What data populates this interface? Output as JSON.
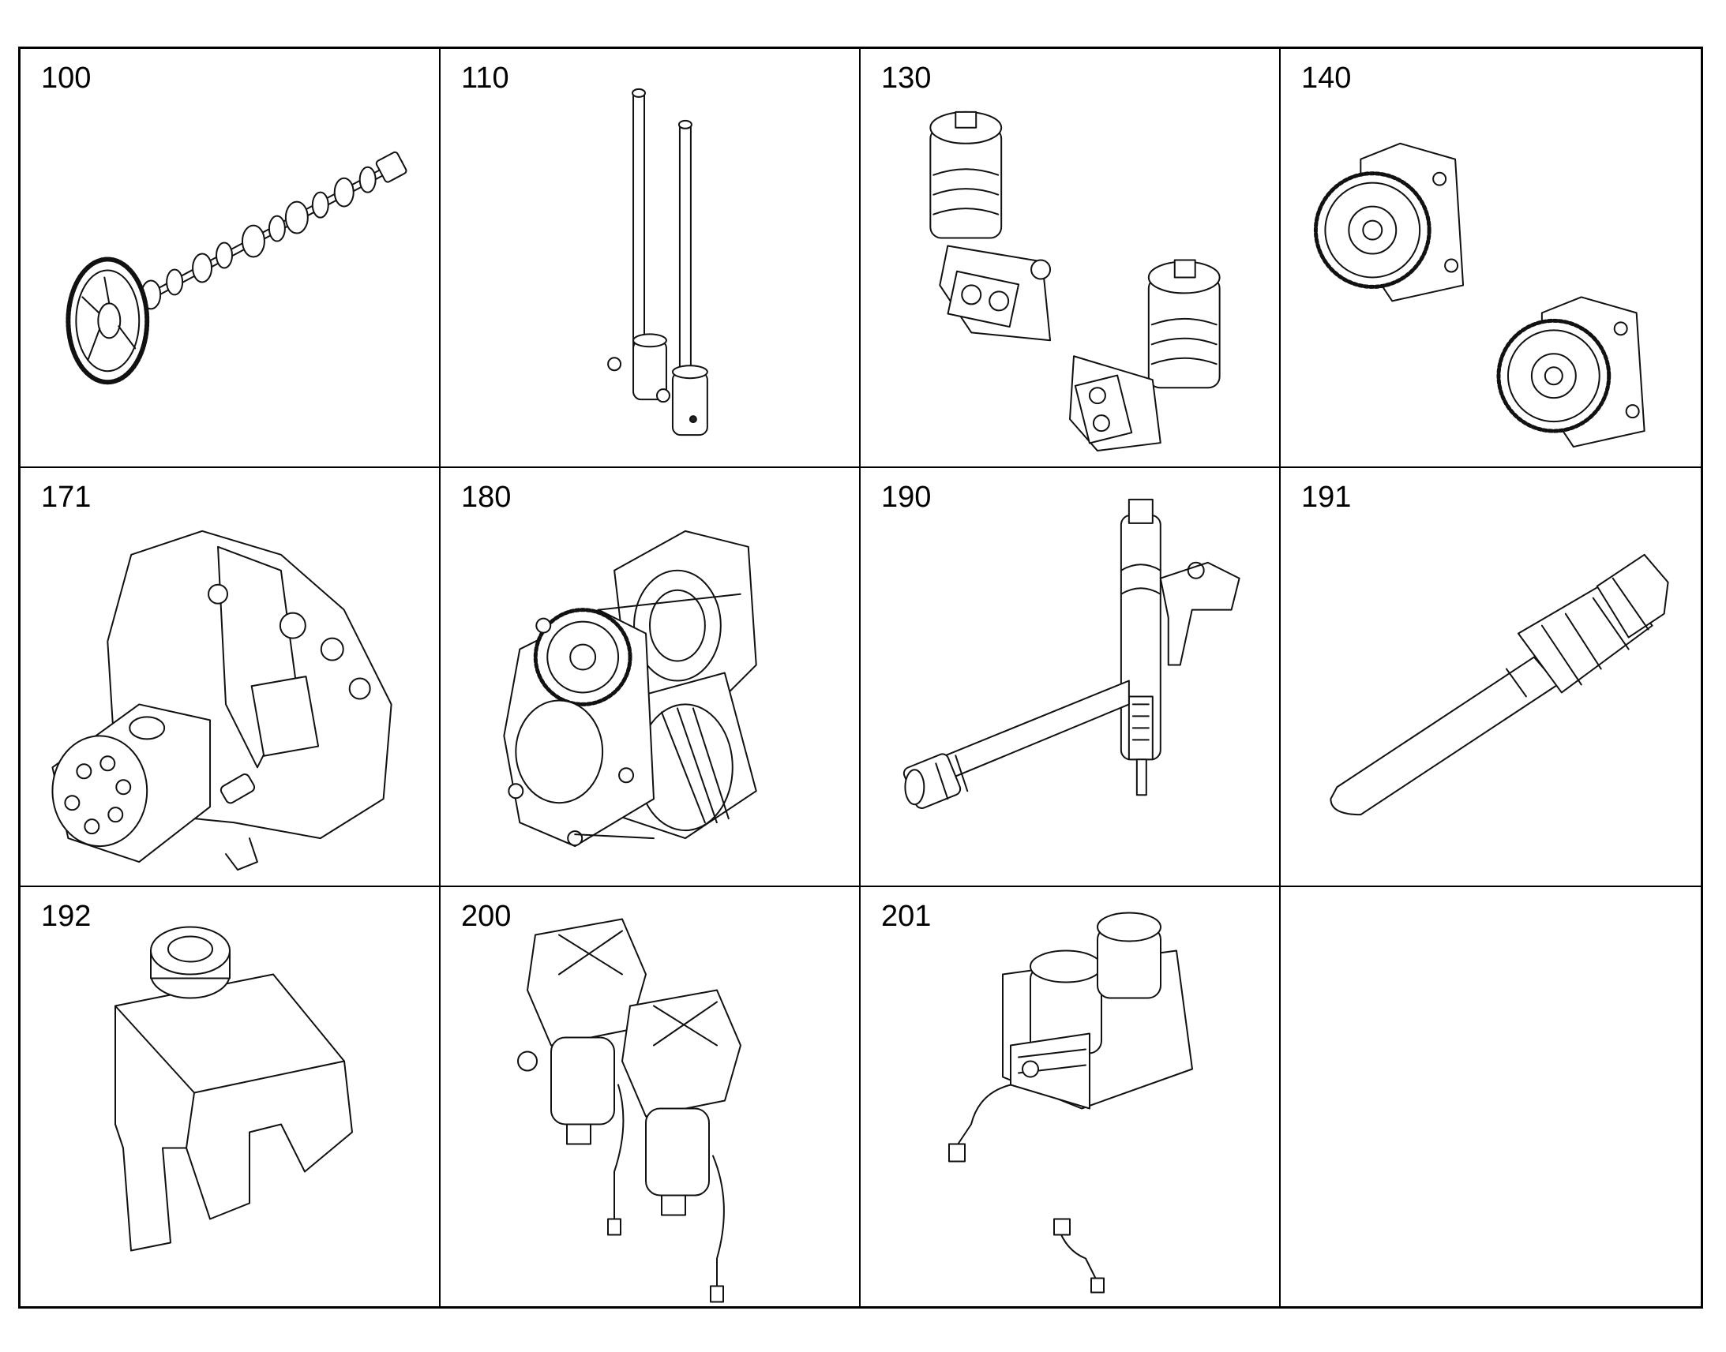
{
  "parts": [
    {
      "label": "100",
      "icon": "camshaft-icon"
    },
    {
      "label": "110",
      "icon": "pushrod-pair-icon"
    },
    {
      "label": "130",
      "icon": "filter-module-icon"
    },
    {
      "label": "140",
      "icon": "gear-pump-icon"
    },
    {
      "label": "171",
      "icon": "high-pressure-pump-icon"
    },
    {
      "label": "180",
      "icon": "gear-pump-assembly-icon"
    },
    {
      "label": "190",
      "icon": "injector-icon"
    },
    {
      "label": "191",
      "icon": "nozzle-sleeve-icon"
    },
    {
      "label": "192",
      "icon": "clamp-bracket-icon"
    },
    {
      "label": "200",
      "icon": "fuel-prefilter-icon"
    },
    {
      "label": "201",
      "icon": "fuel-filter-module-icon"
    }
  ],
  "colors": {
    "line": "#111111",
    "background": "#ffffff",
    "border": "#000000"
  }
}
